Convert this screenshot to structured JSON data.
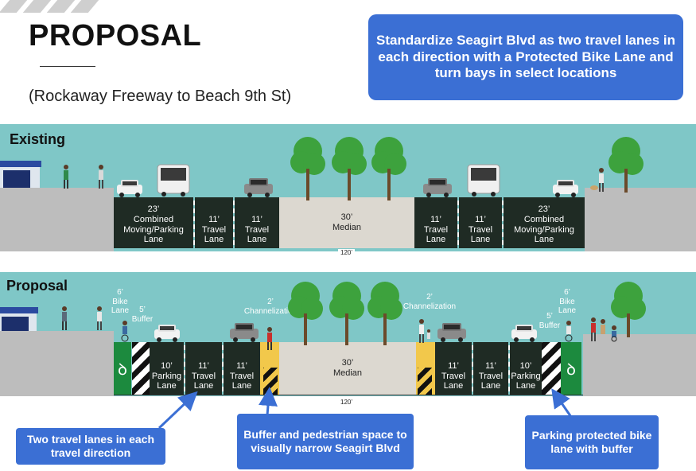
{
  "header": {
    "title": "PROPOSAL",
    "subtitle": "(Rockaway Freeway to Beach 9th St)"
  },
  "callouts": {
    "top": "Standardize Seagirt Blvd as two travel lanes in each direction with a Protected Bike Lane and turn bays in select locations",
    "left": "Two travel lanes in each travel direction",
    "middle": "Buffer and pedestrian space to visually narrow Seagirt Blvd",
    "right": "Parking protected bike lane with buffer"
  },
  "existing": {
    "label": "Existing",
    "lanes": [
      {
        "width": "23’",
        "name": "Combined Moving/Parking Lane"
      },
      {
        "width": "11’",
        "name": "Travel Lane"
      },
      {
        "width": "11’",
        "name": "Travel Lane"
      },
      {
        "width": "30’",
        "name": "Median"
      },
      {
        "width": "11’",
        "name": "Travel Lane"
      },
      {
        "width": "11’",
        "name": "Travel Lane"
      },
      {
        "width": "23’",
        "name": "Combined Moving/Parking Lane"
      }
    ],
    "total": "120’"
  },
  "proposal": {
    "label": "Proposal",
    "bike_left": {
      "width": "6’",
      "name": "Bike Lane"
    },
    "buffer_left": {
      "width": "5’",
      "name": "Buffer"
    },
    "chan_left": {
      "width": "2’",
      "name": "Channelization"
    },
    "chan_right": {
      "width": "2’",
      "name": "Channelization"
    },
    "buffer_right": {
      "width": "5’",
      "name": "Buffer"
    },
    "bike_right": {
      "width": "6’",
      "name": "Bike Lane"
    },
    "lanes": [
      {
        "width": "10’",
        "name": "Parking Lane"
      },
      {
        "width": "11’",
        "name": "Travel Lane"
      },
      {
        "width": "11’",
        "name": "Travel Lane"
      },
      {
        "width": "30’",
        "name": "Median"
      },
      {
        "width": "11’",
        "name": "Travel Lane"
      },
      {
        "width": "11’",
        "name": "Travel Lane"
      },
      {
        "width": "10’",
        "name": "Parking Lane"
      }
    ],
    "total": "120’"
  },
  "colors": {
    "callout": "#3b6fd4",
    "sky": "#7fc7c7",
    "lane": "#1f2b24",
    "bike_lane": "#1c8a3e",
    "channelization": "#f2c84b"
  },
  "icons": [
    "bicycle-icon",
    "tree-icon",
    "car-icon",
    "bus-icon",
    "pedestrian-icon",
    "arrow-icon"
  ]
}
